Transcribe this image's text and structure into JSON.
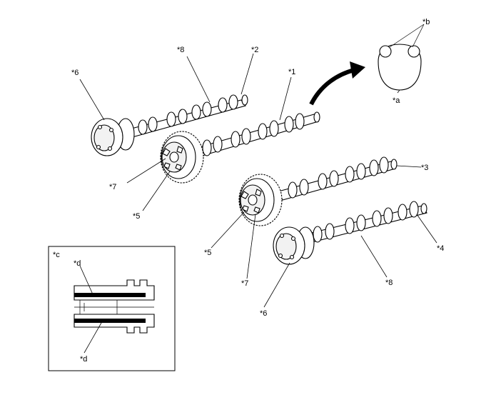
{
  "callouts": {
    "a": "*a",
    "b": "*b",
    "c": "*c",
    "d_top": "*d",
    "d_bottom": "*d",
    "one": "*1",
    "two": "*2",
    "three": "*3",
    "four": "*4",
    "five_left": "*5",
    "five_right": "*5",
    "six_left": "*6",
    "six_right": "*6",
    "seven_left": "*7",
    "seven_right": "*7",
    "eight_left": "*8",
    "eight_right": "*8"
  }
}
